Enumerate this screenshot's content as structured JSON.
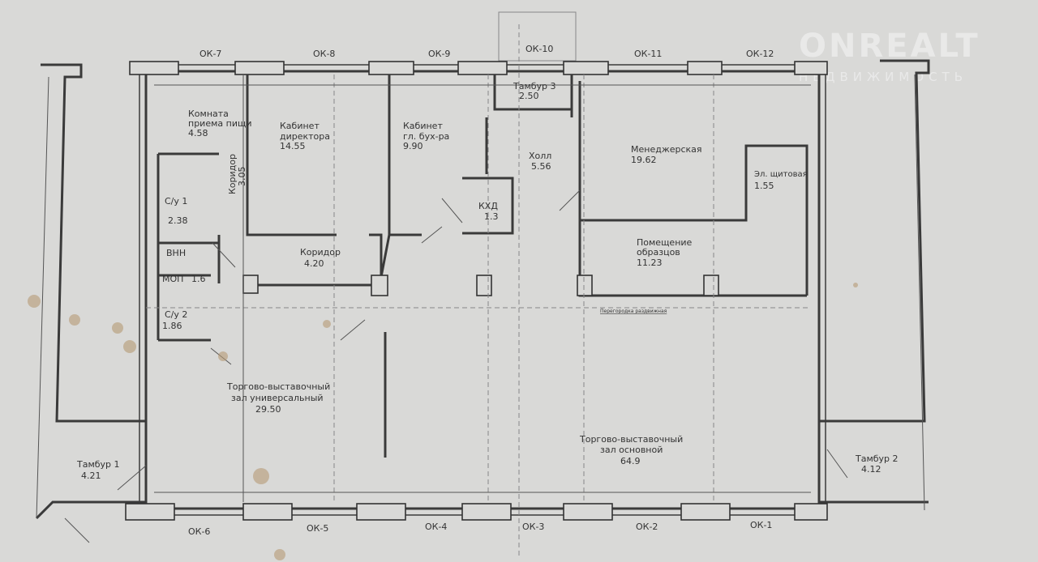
{
  "watermark": {
    "brand": "ONREALT",
    "subtitle": "НЕДВИЖИМОСТЬ"
  },
  "windows": {
    "top": [
      "ОК-7",
      "ОК-8",
      "ОК-9",
      "ОК-10",
      "ОК-11",
      "ОК-12"
    ],
    "bottom": [
      "ОК-6",
      "ОК-5",
      "ОК-4",
      "ОК-3",
      "ОК-2",
      "ОК-1"
    ]
  },
  "rooms": [
    {
      "name_line1": "Комната",
      "name_line2": "приема пищи",
      "area": "4.58"
    },
    {
      "name_line1": "Коридор",
      "name_line2": "",
      "area": "3.05"
    },
    {
      "name_line1": "С/у 1",
      "name_line2": "",
      "area": "2.38"
    },
    {
      "name_line1": "ВНН",
      "name_line2": "",
      "area": ""
    },
    {
      "name_line1": "МОП",
      "name_line2": "",
      "area": "1.6"
    },
    {
      "name_line1": "С/у 2",
      "name_line2": "",
      "area": "1.86"
    },
    {
      "name_line1": "Кабинет",
      "name_line2": "директора",
      "area": "14.55"
    },
    {
      "name_line1": "Кабинет",
      "name_line2": "гл. бух-ра",
      "area": "9.90"
    },
    {
      "name_line1": "КХД",
      "name_line2": "",
      "area": "1.3"
    },
    {
      "name_line1": "Тамбур 3",
      "name_line2": "",
      "area": "2.50"
    },
    {
      "name_line1": "Холл",
      "name_line2": "",
      "area": "5.56"
    },
    {
      "name_line1": "Менеджерская",
      "name_line2": "",
      "area": "19.62"
    },
    {
      "name_line1": "Эл. щитовая",
      "name_line2": "",
      "area": "1.55"
    },
    {
      "name_line1": "Помещение",
      "name_line2": "образцов",
      "area": "11.23"
    },
    {
      "name_line1": "Коридор",
      "name_line2": "",
      "area": "4.20"
    },
    {
      "name_line1": "Торгово-выставочный",
      "name_line2": "зал универсальный",
      "area": "29.50"
    },
    {
      "name_line1": "Торгово-выставочный",
      "name_line2": "зал основной",
      "area": "64.9"
    },
    {
      "name_line1": "Тамбур 1",
      "name_line2": "",
      "area": "4.21"
    },
    {
      "name_line1": "Тамбур 2",
      "name_line2": "",
      "area": "4.12"
    }
  ],
  "notes": {
    "partition": "Перегородка раздвижная"
  }
}
